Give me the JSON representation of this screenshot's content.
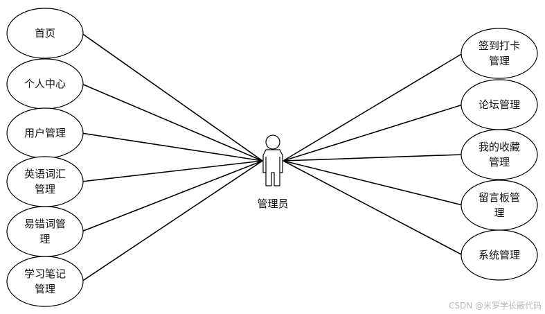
{
  "actor": {
    "label": "管理员"
  },
  "use_cases_left": [
    {
      "id": "uc-home",
      "lines": [
        "首页"
      ]
    },
    {
      "id": "uc-personal-center",
      "lines": [
        "个人中心"
      ]
    },
    {
      "id": "uc-user-management",
      "lines": [
        "用户管理"
      ]
    },
    {
      "id": "uc-english-vocabulary-management",
      "lines": [
        "英语词汇",
        "管理"
      ]
    },
    {
      "id": "uc-error-prone-words-management",
      "lines": [
        "易错词管",
        "理"
      ]
    },
    {
      "id": "uc-study-notes-management",
      "lines": [
        "学习笔记",
        "管理"
      ]
    }
  ],
  "use_cases_right": [
    {
      "id": "uc-checkin-management",
      "lines": [
        "签到打卡",
        "管理"
      ]
    },
    {
      "id": "uc-forum-management",
      "lines": [
        "论坛管理"
      ]
    },
    {
      "id": "uc-my-favorites-management",
      "lines": [
        "我的收藏",
        "管理"
      ]
    },
    {
      "id": "uc-message-board-management",
      "lines": [
        "留言板管",
        "理"
      ]
    },
    {
      "id": "uc-system-management",
      "lines": [
        "系统管理"
      ]
    }
  ],
  "watermark": "CSDN @米罗学长蔽代码"
}
